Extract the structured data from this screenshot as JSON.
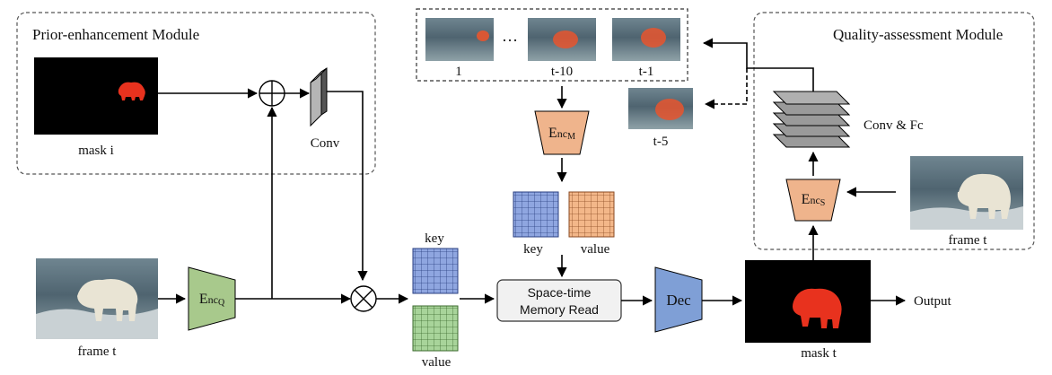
{
  "modules": {
    "prior_title": "Prior-enhancement Module",
    "quality_title": "Quality-assessment Module"
  },
  "labels": {
    "mask_i": "mask i",
    "conv": "Conv",
    "frame_t_left": "frame t",
    "frame_t_right": "frame t",
    "mask_t": "mask t",
    "key_top": "key",
    "value_bottom": "value",
    "key_mid": "key",
    "value_mid": "value",
    "space_time_line1": "Space-time",
    "space_time_line2": "Memory Read",
    "dec": "Dec",
    "output": "Output",
    "conv_fc": "Conv & Fc",
    "mem_1": "1",
    "mem_dots": "…",
    "mem_t10": "t-10",
    "mem_t1": "t-1",
    "mem_t5": "t-5"
  },
  "encoders": {
    "enc_q": {
      "E": "E",
      "nc": "nc",
      "sub": "Q"
    },
    "enc_m": {
      "E": "E",
      "nc": "nc",
      "sub": "M"
    },
    "enc_s": {
      "E": "E",
      "nc": "nc",
      "sub": "S"
    }
  },
  "colors": {
    "enc_q_fill": "#a8c98c",
    "enc_m_fill": "#efb48c",
    "enc_s_fill": "#efb48c",
    "dec_fill": "#7f9fd6",
    "key_fill": "#8fa6e0",
    "key_mid_fill": "#8fa6e0",
    "value_fill": "#a8d49a",
    "value_mid_fill": "#f3b789",
    "mask_red": "#e8321e"
  }
}
